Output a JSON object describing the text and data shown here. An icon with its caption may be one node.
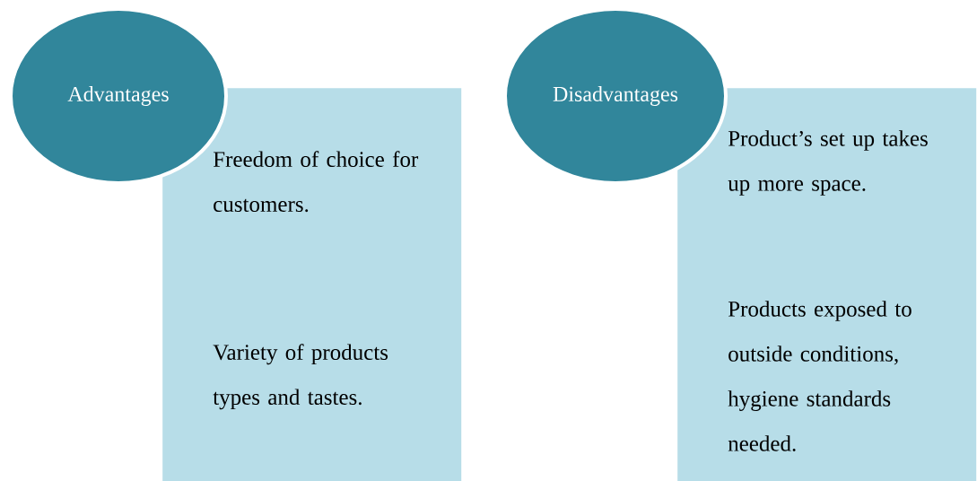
{
  "diagram": {
    "nodes": [
      {
        "text": [
          "Advantages"
        ]
      },
      {
        "text": [
          "Freedom of choice for customers.",
          "Variety of products types and tastes."
        ]
      },
      {
        "text": [
          "Disadvantages"
        ]
      },
      {
        "text": [
          "Product’s set up takes up more space.",
          "Products exposed to outside conditions, hygiene standards needed."
        ]
      }
    ]
  }
}
